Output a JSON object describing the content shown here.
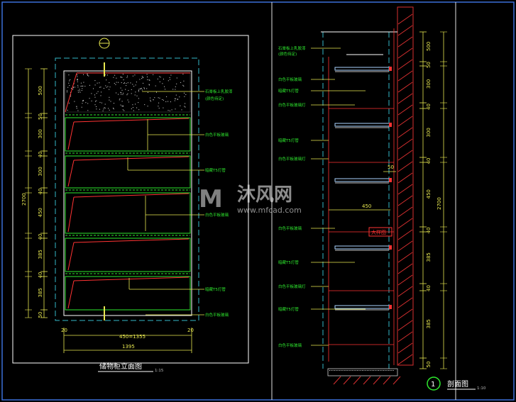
{
  "colors": {
    "background": "#000000",
    "frame": "#3a6fd8",
    "border": "#ffffff",
    "dimension": "#e8e850",
    "cabinet": "#2ee82e",
    "shelf_line": "#ff3333",
    "annotation": "#2ee82e",
    "wall_hatch": "#d83030",
    "dashed": "#35b8c8"
  },
  "left_drawing": {
    "title": "储物柜立面图",
    "scale": "1:15",
    "total_height": "2700",
    "heights": [
      "500",
      "50",
      "300",
      "40",
      "300",
      "40",
      "450",
      "40",
      "385",
      "40",
      "385",
      "50"
    ],
    "bottom_top": [
      "20",
      "450=1355",
      "20"
    ],
    "bottom_total": "1395",
    "annotations": [
      "石膏板上乳胶漆",
      "(颜色待定)",
      "白色平板玻璃",
      "暗藏T5灯管",
      "白色平板玻璃",
      "暗藏T5灯管",
      "白色平板玻璃"
    ]
  },
  "right_drawing": {
    "number": "1",
    "title": "剖面图",
    "scale": "1:10",
    "total_height": "2700",
    "heights": [
      "500",
      "50",
      "300",
      "40",
      "300",
      "40",
      "450",
      "40",
      "385",
      "40",
      "385",
      "50"
    ],
    "horizontal": [
      "50",
      "450"
    ],
    "annotations": [
      "石膏板上乳胶漆",
      "(颜色待定)",
      "白色平板玻璃",
      "暗藏T5灯管",
      "白色平板玻璃灯",
      "暗藏T5灯管",
      "白色平板玻璃灯",
      "白色平板玻璃",
      "暗藏T5灯管",
      "白色平板玻璃灯",
      "暗藏T5灯管",
      "白色平板玻璃"
    ],
    "tag": "大样图"
  },
  "watermark": {
    "brand": "沐风网",
    "url": "www.mfcad.com"
  }
}
